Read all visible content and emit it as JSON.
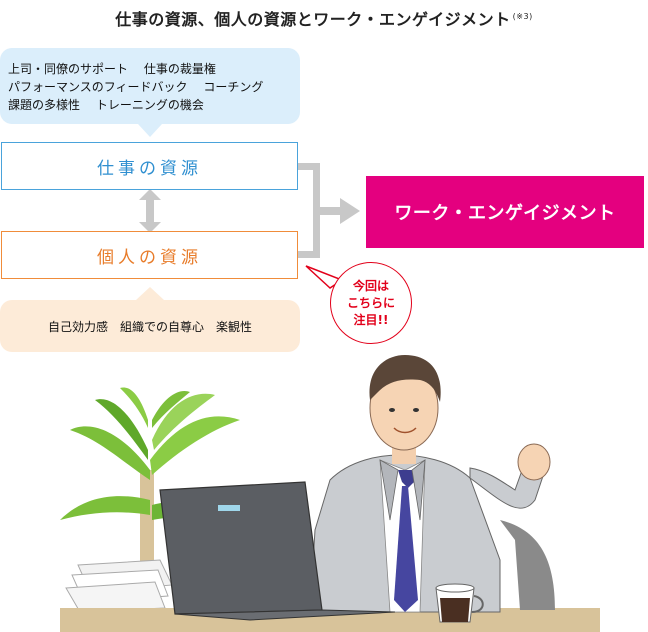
{
  "title": {
    "text": "仕事の資源、個人の資源とワーク・エンゲイジメント",
    "note": "(※3)"
  },
  "job_resources": {
    "label": "仕事の資源",
    "items": [
      "上司・同僚のサポート　 仕事の裁量権",
      "パフォーマンスのフィードバック　 コーチング",
      "課題の多様性　 トレーニングの機会"
    ]
  },
  "personal_resources": {
    "label": "個人の資源",
    "items": "自己効力感　組織での自尊心　楽観性"
  },
  "work_engagement": {
    "label": "ワーク・エンゲイジメント"
  },
  "callout": {
    "lines": [
      "今回は",
      "こちらに",
      "注目!!"
    ]
  },
  "colors": {
    "job_blue": "#4aa3db",
    "personal_orange": "#f08c3a",
    "engagement_magenta": "#e4007f",
    "callout_red": "#e2001a",
    "connector_gray": "#c8c8c8"
  },
  "illustration": {
    "subject": "businessman-at-laptop-with-fist-pump",
    "icons": [
      "plant-icon",
      "laptop-icon",
      "coffee-cup-icon",
      "office-chair-icon",
      "paper-stack-icon"
    ]
  }
}
